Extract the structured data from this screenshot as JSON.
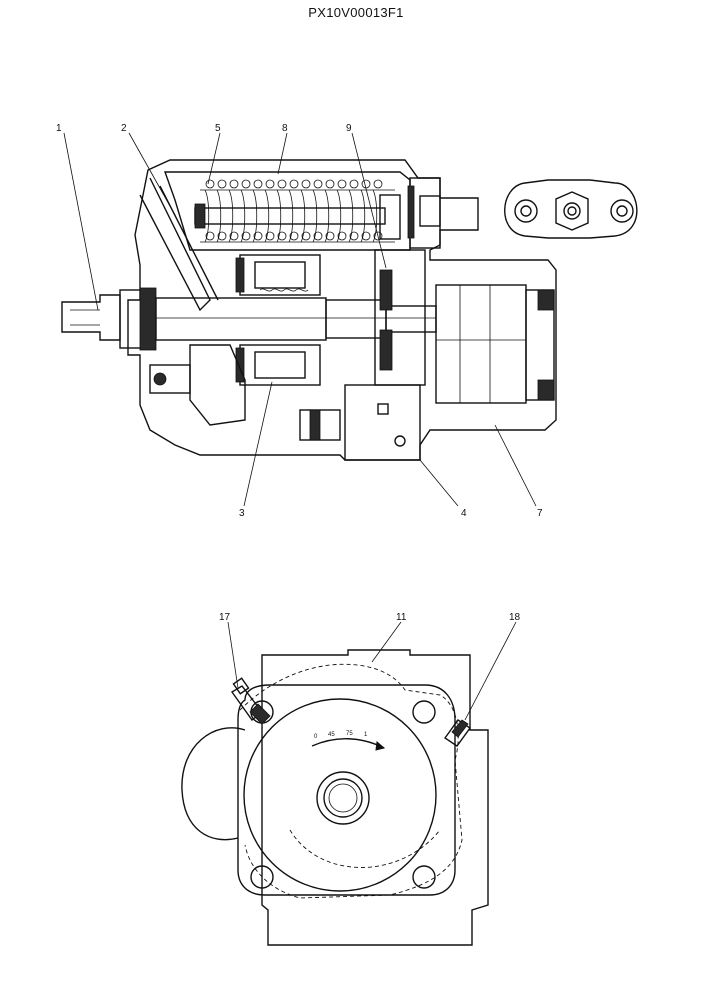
{
  "document_id": "PX10V00013F1",
  "callouts": {
    "c1": "1",
    "c2": "2",
    "c5": "5",
    "c8": "8",
    "c9": "9",
    "c3": "3",
    "c4": "4",
    "c7": "7",
    "c17": "17",
    "c11": "11",
    "c18": "18"
  },
  "dial_scale": [
    "0",
    "45",
    "75",
    "1"
  ]
}
